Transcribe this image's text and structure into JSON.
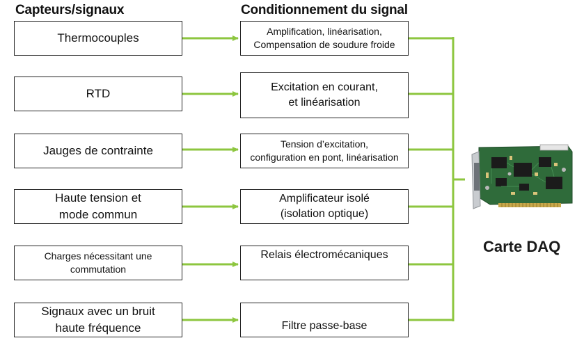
{
  "headers": {
    "sensors": "Capteurs/signaux",
    "conditioning": "Conditionnement du signal"
  },
  "rows": [
    {
      "sensor": "Thermocouples",
      "conditioning": "Amplification, linéarisation,\nCompensation de soudure froide"
    },
    {
      "sensor": "RTD",
      "conditioning": "Excitation en courant,\net linéarisation"
    },
    {
      "sensor": "Jauges de contrainte",
      "conditioning": "Tension d’excitation,\nconfiguration en pont, linéarisation"
    },
    {
      "sensor": "Haute tension et\nmode commun",
      "conditioning": "Amplificateur isolé\n(isolation optique)"
    },
    {
      "sensor": "Charges nécessitant une\ncommutation",
      "conditioning": "Relais électromécaniques"
    },
    {
      "sensor": "Signaux avec un bruit\nhaute fréquence",
      "conditioning": "Filtre passe-base"
    }
  ],
  "daq": {
    "label": "Carte DAQ",
    "icon": "pci-daq-card-image"
  },
  "colors": {
    "connector": "#8DC63F",
    "border": "#222222",
    "pcb": "#2f6b3a",
    "bracket": "#c9ccd0"
  }
}
